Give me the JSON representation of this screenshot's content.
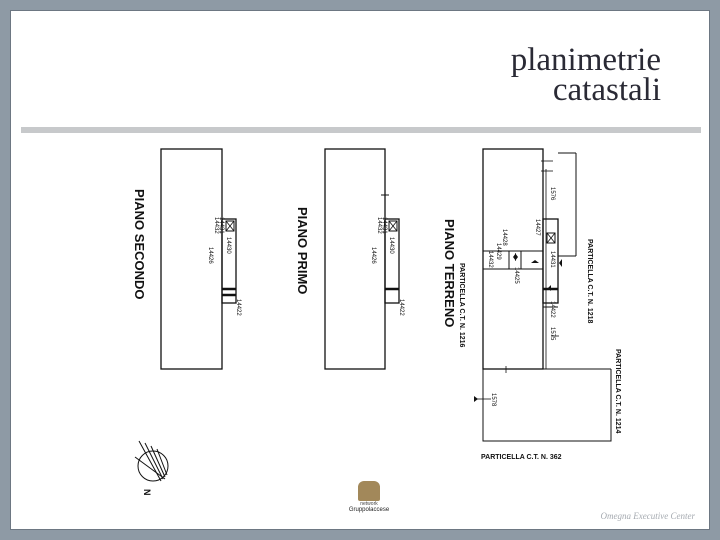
{
  "slide": {
    "title_line1": "planimetrie",
    "title_line2": "catastali"
  },
  "plan": {
    "floors": [
      "PIANO SECONDO",
      "PIANO PRIMO",
      "PIANO TERRENO"
    ],
    "parcels": [
      "PARTICELLA C.T. N. 1216",
      "PARTICELLA C.T. N. 1218",
      "PARTICELLA C.T. N. 1214",
      "PARTICELLA C.T. N. 362"
    ],
    "unit_labels": [
      "14432",
      "14431",
      "14430",
      "14426",
      "14427",
      "14428",
      "14429",
      "14425",
      "14422"
    ],
    "dimension_labels": [
      "1576",
      "1575",
      "1578"
    ],
    "north": "N"
  },
  "logo": {
    "network": "network",
    "group": "Gruppolaccese"
  },
  "footer": {
    "text": "Omegna Executive Center"
  }
}
